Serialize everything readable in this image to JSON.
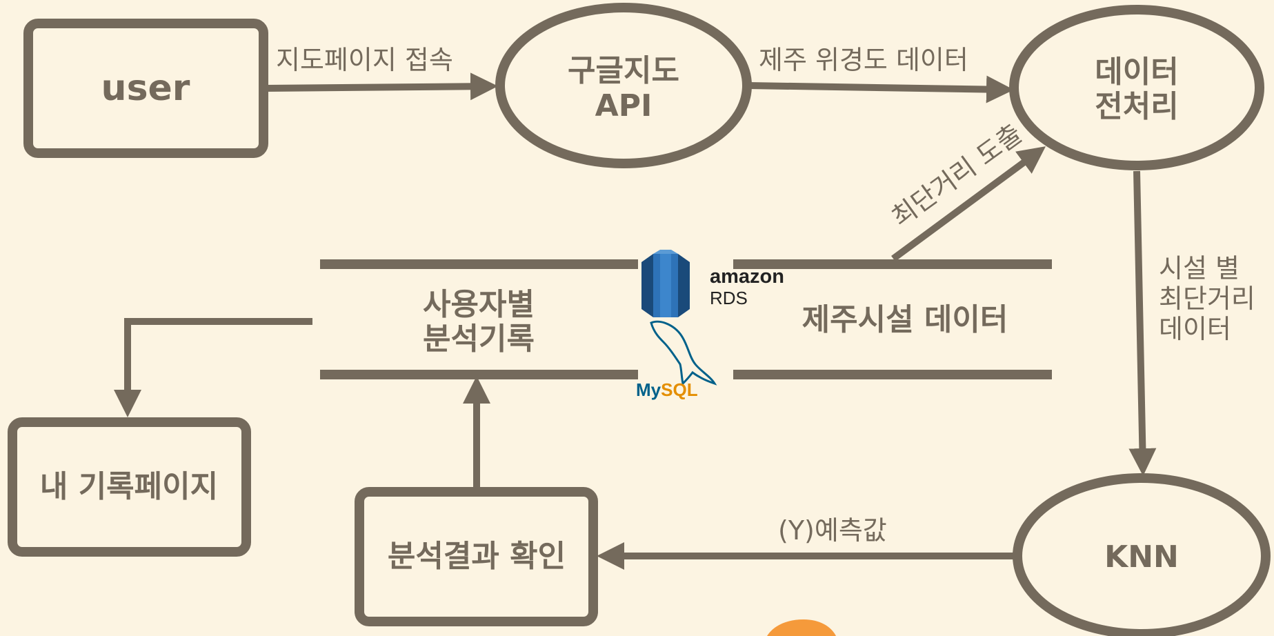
{
  "colors": {
    "background": "#fcf4e2",
    "stroke": "#746a5c",
    "text": "#746a5c",
    "rds_blue": "#2e73b8",
    "mysql_blue": "#00618a",
    "mysql_orange": "#e48e00",
    "accent_orange": "#f59a3b"
  },
  "nodes": {
    "user": "user",
    "google_maps_api_line1": "구글지도",
    "google_maps_api_line2": "API",
    "preprocess_line1": "데이터",
    "preprocess_line2": "전처리",
    "user_records_line1": "사용자별",
    "user_records_line2": "분석기록",
    "jeju_facility_data": "제주시설 데이터",
    "my_record_page": "내 기록페이지",
    "analysis_result": "분석결과 확인",
    "knn": "KNN"
  },
  "edges": {
    "access_map_page": "지도페이지 접속",
    "jeju_coordinates": "제주 위경도 데이터",
    "shortest_distance": "최단거리 도출",
    "facility_distance_line1": "시설 별",
    "facility_distance_line2": "최단거리",
    "facility_distance_line3": "데이터",
    "predicted_value": "(Y)예측값"
  },
  "logos": {
    "amazon_word": "amazon",
    "rds_word": "RDS",
    "mysql_my": "My",
    "mysql_sql": "SQL"
  }
}
